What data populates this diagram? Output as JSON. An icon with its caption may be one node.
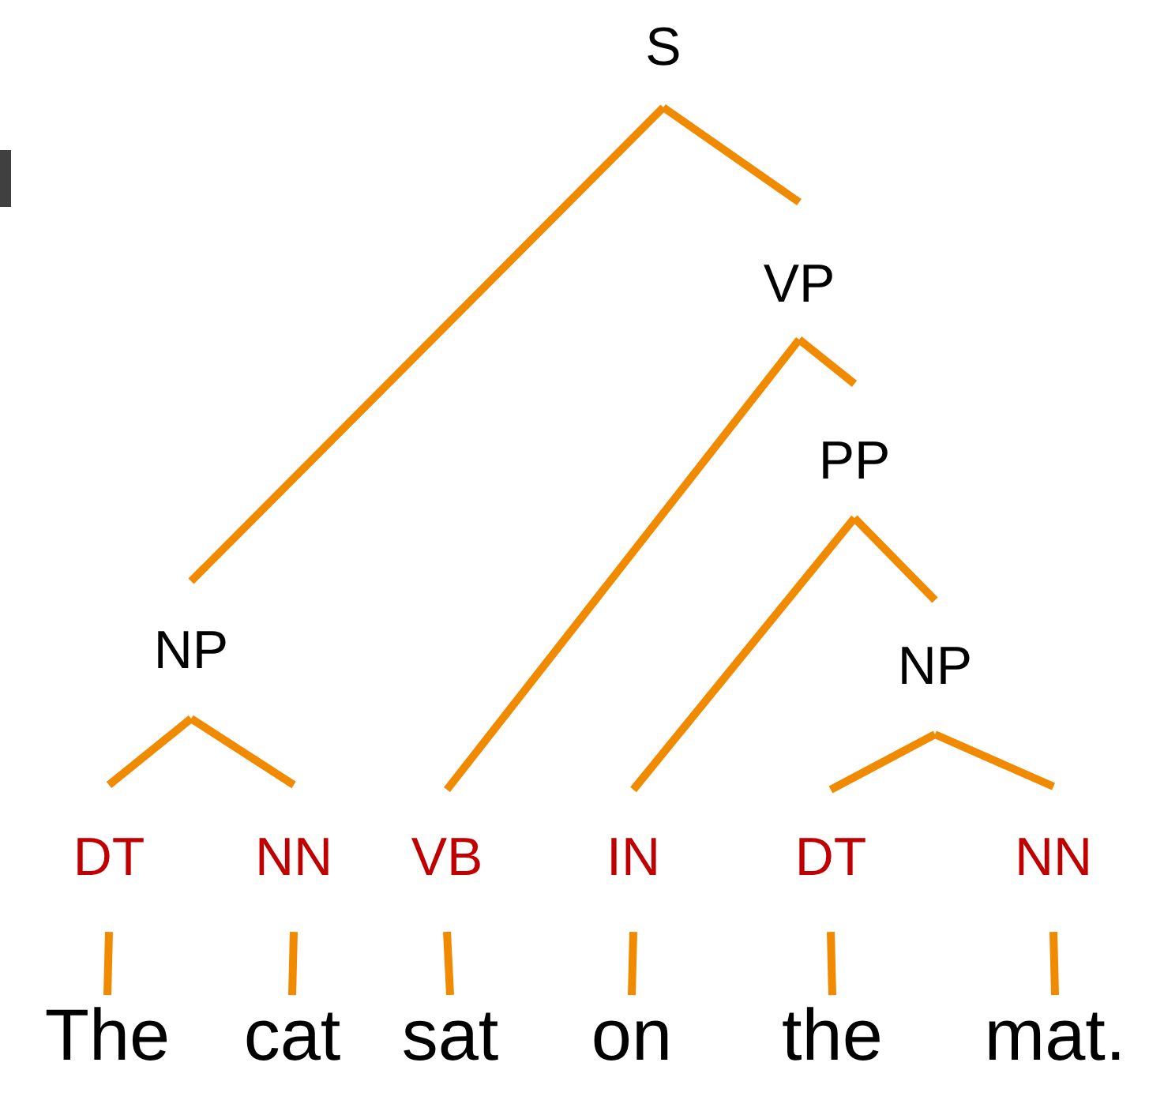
{
  "diagram": {
    "nodes": [
      {
        "text": [
          "S"
        ]
      },
      {
        "text": [
          "VP"
        ]
      },
      {
        "text": [
          "PP"
        ]
      },
      {
        "text": [
          "NP"
        ]
      },
      {
        "text": [
          "NP"
        ]
      },
      {
        "text": [
          "DT"
        ]
      },
      {
        "text": [
          "NN"
        ]
      },
      {
        "text": [
          "VB"
        ]
      },
      {
        "text": [
          "IN"
        ]
      },
      {
        "text": [
          "DT"
        ]
      },
      {
        "text": [
          "NN"
        ]
      },
      {
        "text": [
          "The"
        ]
      },
      {
        "text": [
          "cat"
        ]
      },
      {
        "text": [
          "sat"
        ]
      },
      {
        "text": [
          "on"
        ]
      },
      {
        "text": [
          "the"
        ]
      },
      {
        "text": [
          "mat."
        ]
      }
    ],
    "edges": [
      {
        "from": 0,
        "to": 3,
        "arrow": "none"
      },
      {
        "from": 0,
        "to": 1,
        "arrow": "none"
      },
      {
        "from": 1,
        "to": 7,
        "arrow": "none"
      },
      {
        "from": 1,
        "to": 2,
        "arrow": "none"
      },
      {
        "from": 2,
        "to": 8,
        "arrow": "none"
      },
      {
        "from": 2,
        "to": 4,
        "arrow": "none"
      },
      {
        "from": 3,
        "to": 5,
        "arrow": "none"
      },
      {
        "from": 3,
        "to": 6,
        "arrow": "none"
      },
      {
        "from": 4,
        "to": 9,
        "arrow": "none"
      },
      {
        "from": 4,
        "to": 10,
        "arrow": "none"
      },
      {
        "from": 5,
        "to": 11,
        "arrow": "none"
      },
      {
        "from": 6,
        "to": 12,
        "arrow": "none"
      },
      {
        "from": 7,
        "to": 13,
        "arrow": "none"
      },
      {
        "from": 8,
        "to": 14,
        "arrow": "none"
      },
      {
        "from": 9,
        "to": 15,
        "arrow": "none"
      },
      {
        "from": 10,
        "to": 16,
        "arrow": "none"
      }
    ]
  }
}
